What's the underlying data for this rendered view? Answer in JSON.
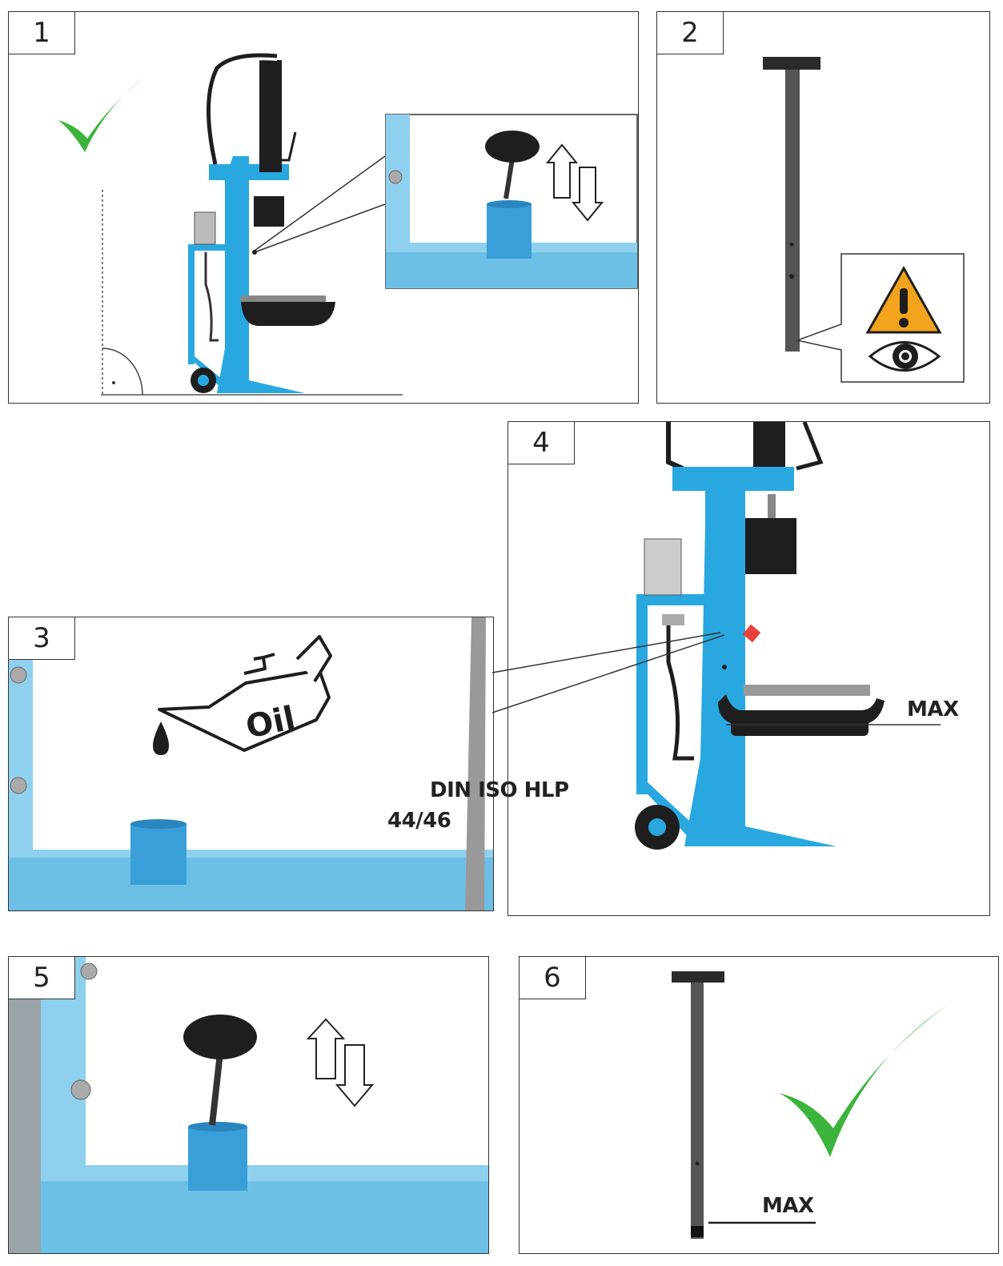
{
  "steps": [
    {
      "number": "1"
    },
    {
      "number": "2"
    },
    {
      "number": "3"
    },
    {
      "number": "4"
    },
    {
      "number": "5"
    },
    {
      "number": "6"
    }
  ],
  "labels": {
    "oil": "Oil",
    "oil_spec_line1": "DIN ISO HLP",
    "oil_spec_line2": "44/46",
    "max_step4": "MAX",
    "max_step6": "MAX"
  },
  "icons": {
    "check": "check-mark-icon",
    "warning": "warning-triangle-icon",
    "eye": "eye-icon",
    "oil_can": "oil-can-icon",
    "oil_drop": "oil-drop-icon",
    "up_down_arrows": "up-down-arrows-icon"
  },
  "colors": {
    "machine_blue": "#29a8e0",
    "check_green": "#3cb43c",
    "warning_orange": "#f2a41c",
    "dark": "#1e1e1e",
    "dipstick_grey": "#555555",
    "red_plug": "#e8403a"
  }
}
